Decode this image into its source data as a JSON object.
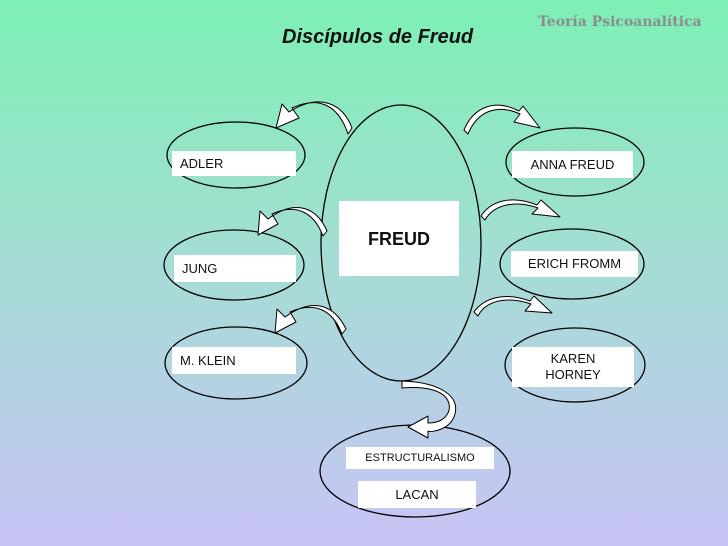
{
  "header": {
    "text": "Teoría Psicoanalítica"
  },
  "title": "Discípulos de Freud",
  "center": {
    "label": "FREUD"
  },
  "disciples_left": [
    "ADLER",
    "JUNG",
    "M. KLEIN"
  ],
  "disciples_right": [
    "ANNA FREUD",
    "ERICH FROMM",
    "KAREN HORNEY"
  ],
  "bottom": {
    "school": "ESTRUCTURALISMO",
    "name": "LACAN"
  },
  "colors": {
    "background_top": "#7df0b4",
    "background_bottom": "#c9c4f6",
    "shape_fill": "#ffffff",
    "stroke": "#000000"
  }
}
